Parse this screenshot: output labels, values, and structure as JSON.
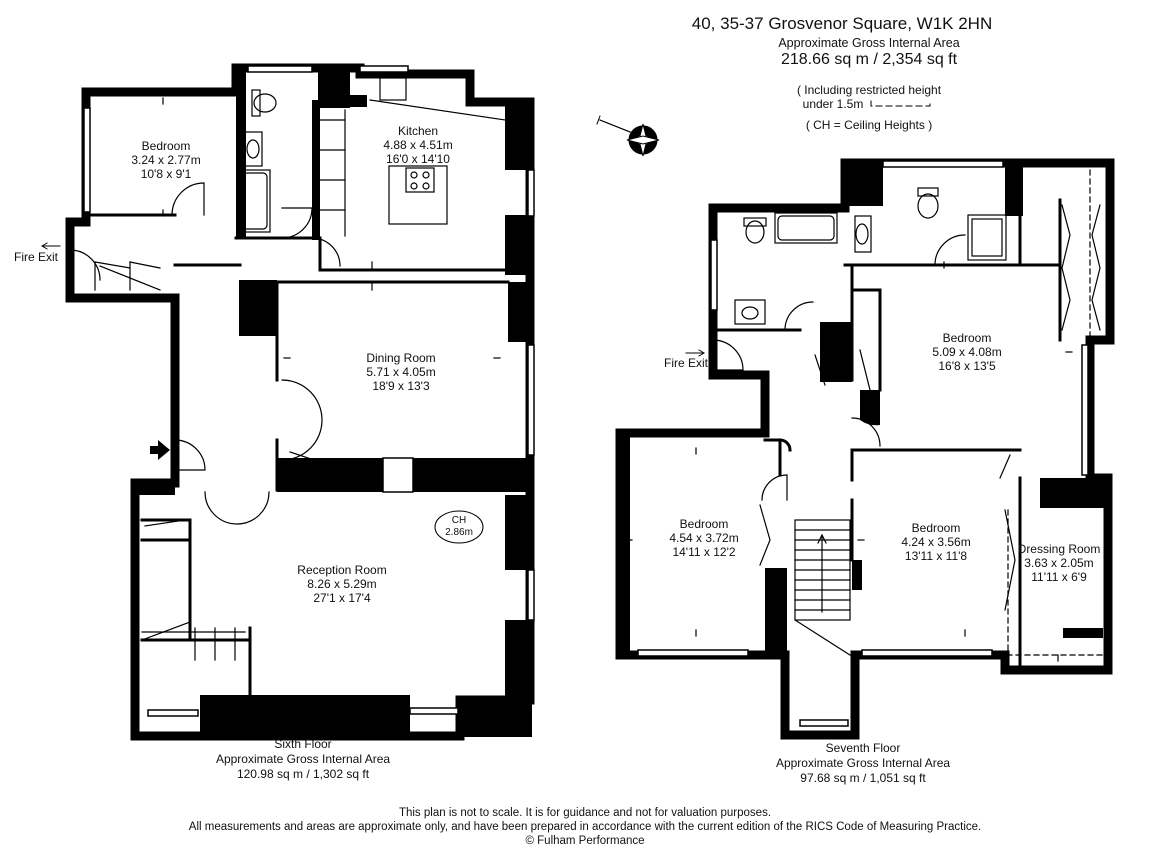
{
  "header": {
    "address": "40, 35-37 Grosvenor Square, W1K 2HN",
    "area_label": "Approximate Gross Internal Area",
    "area_value": "218.66 sq m  /  2,354 sq ft",
    "restricted_line1": "( Including restricted height",
    "restricted_line2": "under 1.5m",
    "ceiling_note": "( CH = Ceiling Heights )"
  },
  "sixth_floor": {
    "rooms": {
      "bedroom": {
        "name": "Bedroom",
        "metric": "3.24 x 2.77m",
        "imperial": "10'8 x 9'1"
      },
      "kitchen": {
        "name": "Kitchen",
        "metric": "4.88 x 4.51m",
        "imperial": "16'0 x 14'10"
      },
      "dining": {
        "name": "Dining Room",
        "metric": "5.71 x 4.05m",
        "imperial": "18'9 x 13'3"
      },
      "reception": {
        "name": "Reception Room",
        "metric": "8.26 x 5.29m",
        "imperial": "27'1 x 17'4"
      }
    },
    "ch_label": "CH",
    "ch_value": "2.86m",
    "fire_exit": "Fire Exit",
    "caption": {
      "title": "Sixth Floor",
      "area_label": "Approximate Gross Internal Area",
      "area_value": "120.98 sq m  /  1,302 sq ft"
    }
  },
  "seventh_floor": {
    "rooms": {
      "bedroom_a": {
        "name": "Bedroom",
        "metric": "5.09 x 4.08m",
        "imperial": "16'8 x 13'5"
      },
      "bedroom_b": {
        "name": "Bedroom",
        "metric": "4.54 x 3.72m",
        "imperial": "14'11 x 12'2"
      },
      "bedroom_c": {
        "name": "Bedroom",
        "metric": "4.24 x 3.56m",
        "imperial": "13'11 x 11'8"
      },
      "dressing": {
        "name": "Dressing Room",
        "metric": "3.63 x 2.05m",
        "imperial": "11'11 x 6'9"
      }
    },
    "fire_exit": "Fire Exit",
    "caption": {
      "title": "Seventh Floor",
      "area_label": "Approximate Gross Internal Area",
      "area_value": "97.68 sq m  /  1,051 sq ft"
    }
  },
  "footer": {
    "line1": "This plan is not to scale. It is for guidance and not for valuation purposes.",
    "line2": "All measurements and areas are approximate only, and have been prepared in accordance with the current edition of the RICS Code of Measuring Practice.",
    "line3": "© Fulham Performance"
  },
  "colors": {
    "wall": "#000000",
    "background": "#ffffff",
    "thin": "#222222"
  }
}
